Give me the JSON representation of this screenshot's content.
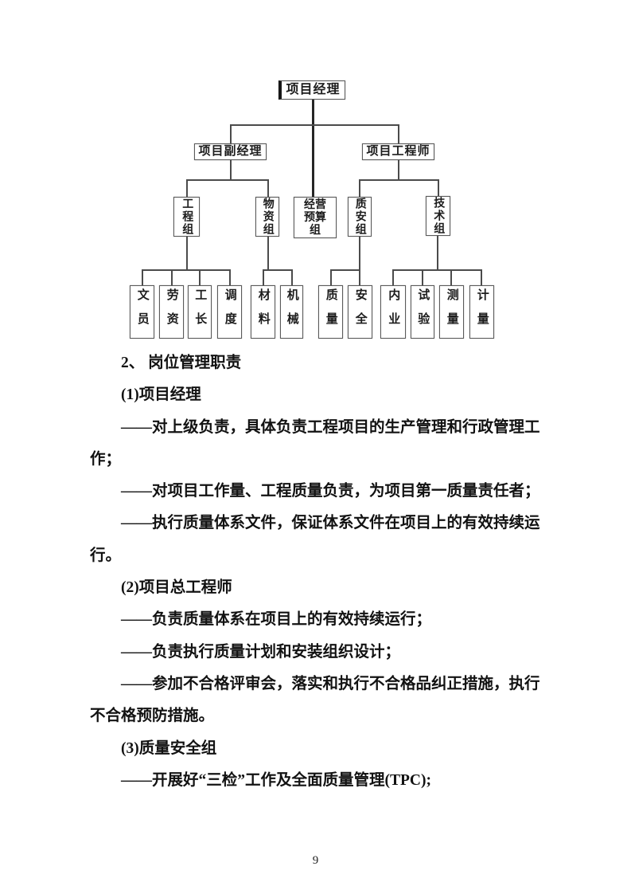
{
  "org_chart": {
    "root": "项目经理",
    "deputy_manager": "项目副经理",
    "project_engineer": "项目工程师",
    "groups": {
      "engineering": "工程组",
      "materials": "物资组",
      "budget": "经营预算组",
      "quality_safety": "质安组",
      "technical": "技术组"
    },
    "roles": {
      "clerk": "文员",
      "labor_wages": "劳资",
      "foreman": "工长",
      "dispatch": "调度",
      "material": "材料",
      "machinery": "机械",
      "quality": "质量",
      "safety": "安全",
      "office_work": "内业",
      "testing": "试验",
      "survey": "测量",
      "metering": "计量"
    }
  },
  "body": {
    "lines": [
      {
        "text": "2、 岗位管理职责",
        "indent": true
      },
      {
        "text": "(1)项目经理",
        "indent": true
      },
      {
        "text": "——对上级负责，具体负责工程项目的生产管理和行政管理工",
        "indent": true
      },
      {
        "text": "作；",
        "indent": false
      },
      {
        "text": "——对项目工作量、工程质量负责，为项目第一质量责任者；",
        "indent": true
      },
      {
        "text": "——执行质量体系文件，保证体系文件在项目上的有效持续运",
        "indent": true
      },
      {
        "text": "行。",
        "indent": false
      },
      {
        "text": "(2)项目总工程师",
        "indent": true
      },
      {
        "text": "——负责质量体系在项目上的有效持续运行；",
        "indent": true
      },
      {
        "text": "——负责执行质量计划和安装组织设计；",
        "indent": true
      },
      {
        "text": "——参加不合格评审会，落实和执行不合格品纠正措施，执行",
        "indent": true
      },
      {
        "text": "不合格预防措施。",
        "indent": false
      },
      {
        "text": "(3)质量安全组",
        "indent": true
      },
      {
        "text": "——开展好“三检”工作及全面质量管理(TPC);",
        "indent": true
      }
    ]
  },
  "page": {
    "number": "9"
  }
}
